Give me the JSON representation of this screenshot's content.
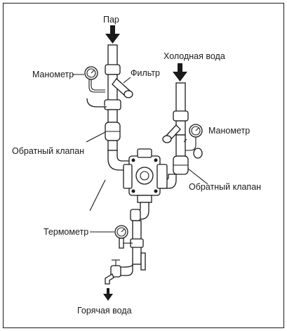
{
  "labels": {
    "steam": "Пар",
    "cold_water": "Холодная вода",
    "manometer_left": "Манометр",
    "filter": "Фильтр",
    "manometer_right": "Манометр",
    "check_valve_left": "Обратный клапан",
    "check_valve_right": "Обратный клапан",
    "thermometer": "Термометр",
    "hot_water": "Горячая вода"
  }
}
